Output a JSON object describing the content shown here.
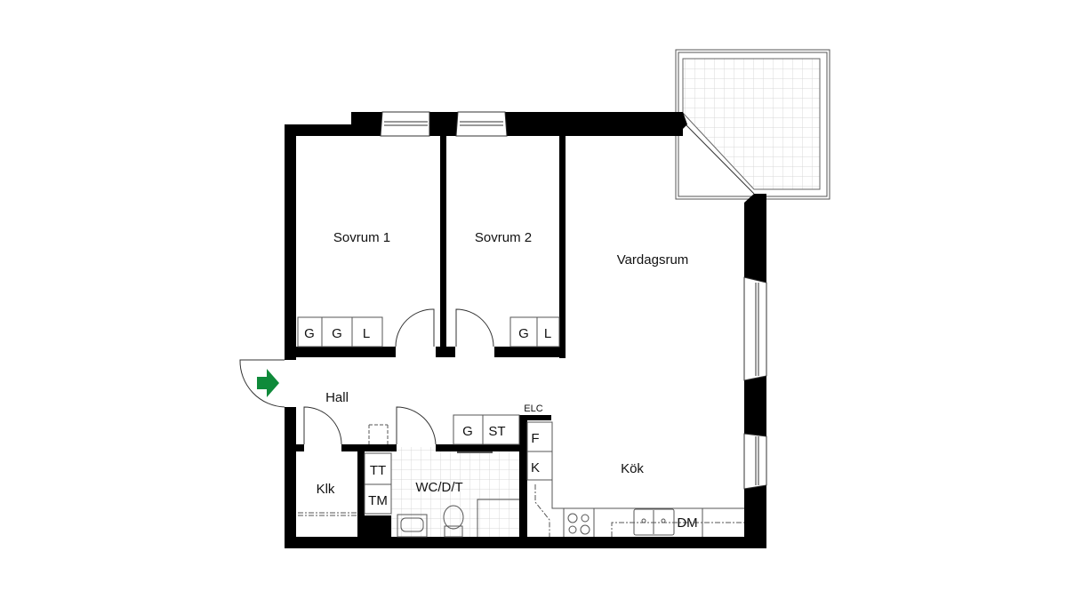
{
  "plan": {
    "rooms": {
      "sovrum1": "Sovrum 1",
      "sovrum2": "Sovrum 2",
      "vardagsrum": "Vardagsrum",
      "hall": "Hall",
      "kok": "Kök",
      "klk": "Klk",
      "wc": "WC/D/T"
    },
    "fixtures": {
      "s1_g1": "G",
      "s1_g2": "G",
      "s1_l": "L",
      "s2_g": "G",
      "s2_l": "L",
      "hall_g": "G",
      "hall_st": "ST",
      "elc": "ELC",
      "f": "F",
      "k": "K",
      "tt": "TT",
      "tm": "TM",
      "dm": "DM"
    },
    "colors": {
      "wall": "#000000",
      "entrance_arrow": "#0f8a3a",
      "tile_grid": "#d8d8d8",
      "outline": "#444444"
    }
  }
}
